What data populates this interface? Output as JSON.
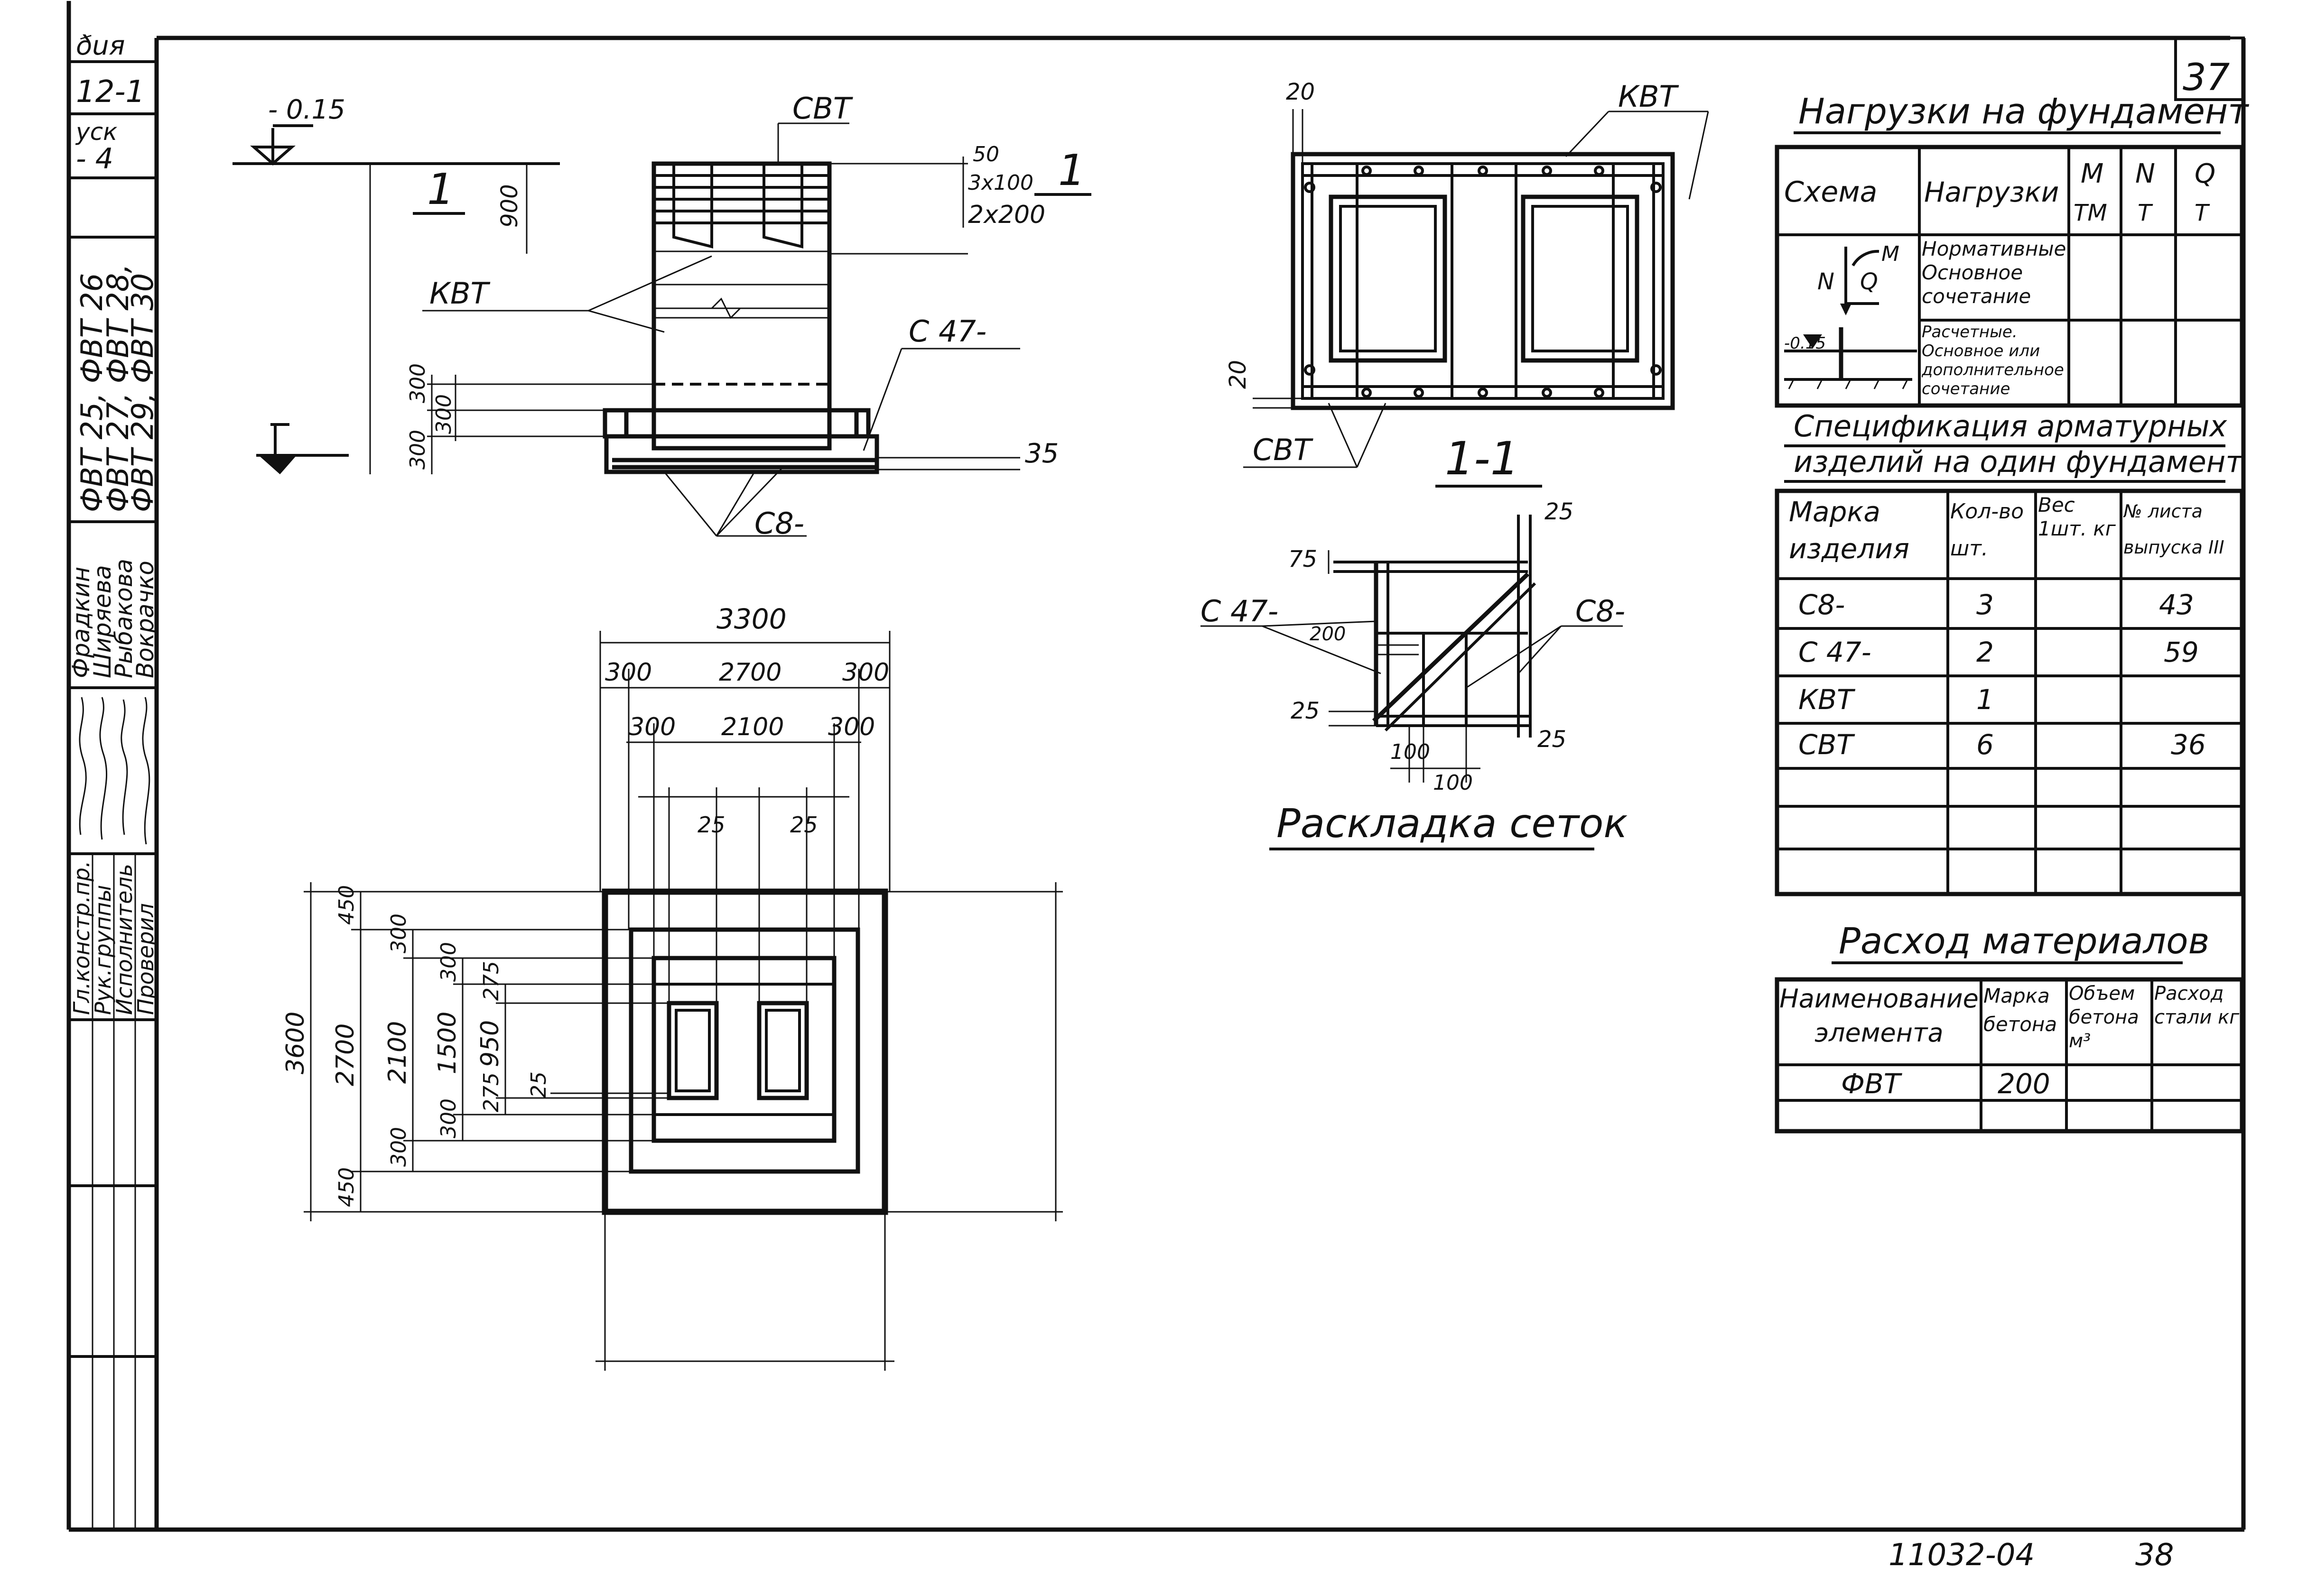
{
  "sheet": {
    "number": "37",
    "code": "11032-04",
    "page": "38"
  },
  "left_strip": {
    "series_1": "ðuя",
    "series_2": "12-1",
    "issue_1": "уск",
    "issue_2": "- 4",
    "mark_1": "ФВТ 25, ФВТ 26",
    "mark_2": "ФВТ 27, ФВТ 28,",
    "mark_3": "ФВТ 29, ФВТ 30",
    "roles": [
      "Гл.констр.пр.",
      "Рук.группы",
      "Исполнитель",
      "Проверил"
    ],
    "names": [
      "Фрадкин",
      "Ширяева",
      "Рыбакова",
      "Вокрачко"
    ]
  },
  "elevation": {
    "level_top": "- 0.15",
    "label_svt": "СВТ",
    "label_kvt": "КВТ",
    "label_c47": "С 47-",
    "label_c8": "С8-",
    "section_mark": "1",
    "dim_50": "50",
    "dim_3x100": "3x100",
    "dim_2x200": "2x200",
    "dim_900": "900",
    "dim_300a": "300",
    "dim_300b": "300",
    "dim_300c": "300",
    "dim_35": "35"
  },
  "plan_top": {
    "label_kvt": "КВТ",
    "label_svt": "СВТ",
    "dim_20_top": "20",
    "dim_20_side": "20"
  },
  "section_1_1": {
    "title": "1-1",
    "subtitle": "Раскладка сеток",
    "label_c47": "С 47-",
    "label_c8": "С8-",
    "dim_75": "75",
    "dim_200": "200",
    "dim_25_tl": "25",
    "dim_25_tr": "25",
    "dim_25_br": "25",
    "dim_100a": "100",
    "dim_100b": "100"
  },
  "plan_bottom": {
    "dim_3300": "3300",
    "dim_300_l": "300",
    "dim_2700": "2700",
    "dim_300_r": "300",
    "dim_300_l2": "300",
    "dim_2100": "2100",
    "dim_300_r2": "300",
    "dim_25a": "25",
    "dim_25b": "25",
    "dim_3600": "3600",
    "dim_450_t": "450",
    "dim_2700_v": "2700",
    "dim_450_b": "450",
    "dim_300_t": "300",
    "dim_2100_v": "2100",
    "dim_300_b": "300",
    "dim_300_t2": "300",
    "dim_1500": "1500",
    "dim_300_b2": "300",
    "dim_275_t": "275",
    "dim_950": "950",
    "dim_275_b": "275",
    "dim_25c": "25"
  },
  "loads_table": {
    "title": "Нагрузки на фундамент",
    "headers": [
      "Схема",
      "Нагрузки",
      "M",
      "N",
      "Q"
    ],
    "units": [
      "",
      "",
      "ТМ",
      "Т",
      "Т"
    ],
    "row1": "Нормативные. Основное сочетание",
    "row2": "Расчетные. Основное или дополнительное сочетание",
    "scheme_N": "N",
    "scheme_Q": "Q",
    "scheme_M": "M",
    "scheme_level": "-0.15"
  },
  "spec_table": {
    "title_1": "Спецификация арматурных",
    "title_2": "изделий на один фундамент",
    "headers": [
      "Марка изделия",
      "Кол-во шт.",
      "Вес 1шт. кг",
      "№ листа выпуска III"
    ],
    "rows": [
      [
        "С8-",
        "3",
        "",
        "43"
      ],
      [
        "С 47-",
        "2",
        "",
        "59"
      ],
      [
        "КВТ",
        "1",
        "",
        ""
      ],
      [
        "СВТ",
        "6",
        "",
        "36"
      ]
    ]
  },
  "materials_table": {
    "title": "Расход материалов",
    "headers": [
      "Наименование элемента",
      "Марка бетона",
      "Объем бетона м³",
      "Расход стали кг"
    ],
    "rows": [
      [
        "ФВТ",
        "200",
        "",
        ""
      ]
    ]
  }
}
